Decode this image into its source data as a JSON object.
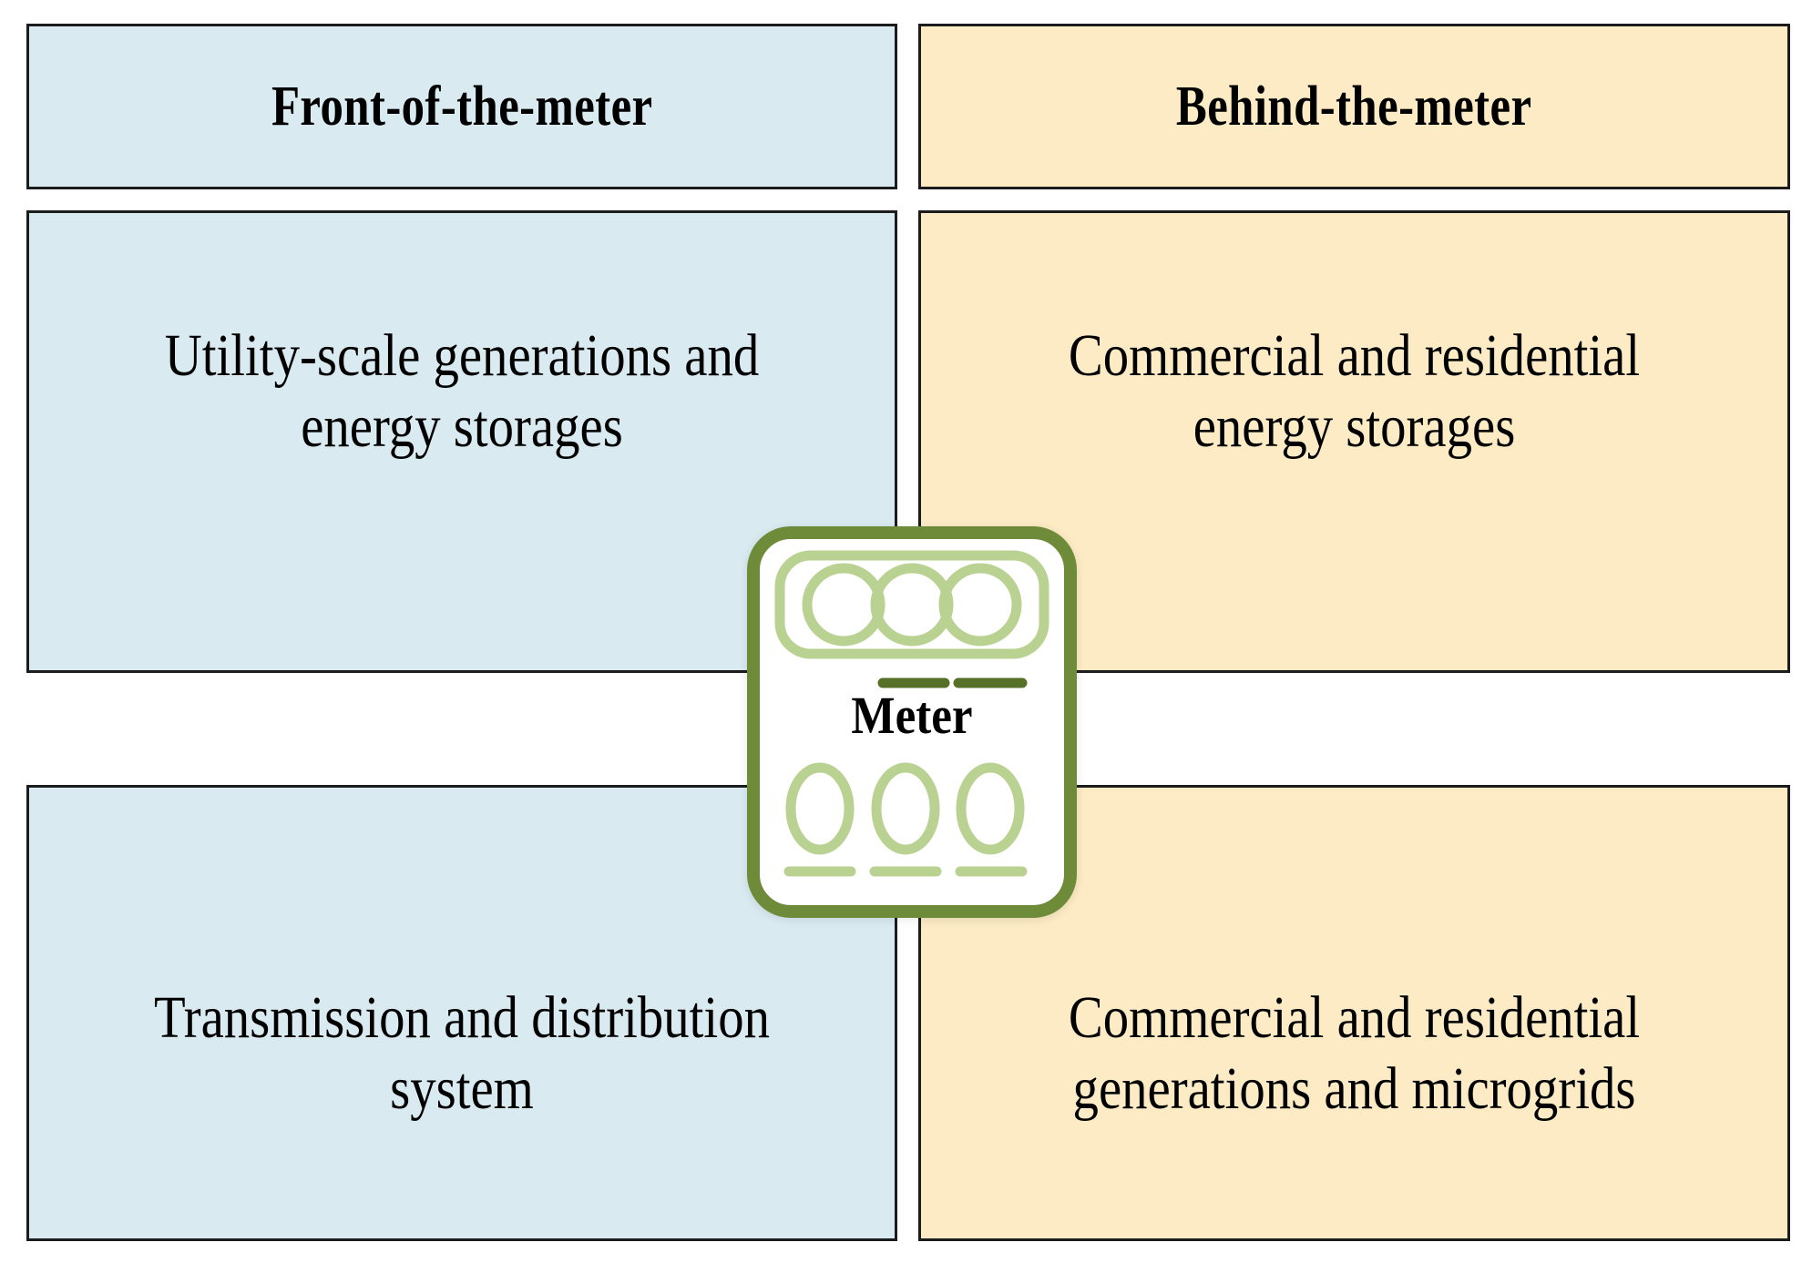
{
  "figure": {
    "columns": [
      {
        "id": "front-of-the-meter",
        "header": "Front-of-the-meter",
        "accent_color": "#d9eaf1",
        "items": [
          "Utility-scale generations and energy storages",
          "Transmission and distribution system"
        ]
      },
      {
        "id": "behind-the-meter",
        "header": "Behind-the-meter",
        "accent_color": "#fcebc4",
        "items": [
          "Commercial and residential energy storages",
          "Commercial and residential generations and microgrids"
        ]
      }
    ],
    "divider": {
      "label": "Meter",
      "icon": "electric-meter-icon",
      "border_color": "#6e8b39",
      "detail_color": "#b9d292",
      "dash_color": "#567028",
      "body_color": "#ffffff"
    },
    "colors": {
      "blue_fill": "#d9eaf1",
      "cream_fill": "#fcebc4",
      "box_border": "#1c1c1c",
      "text": "#000000",
      "page_background": "#ffffff"
    }
  }
}
